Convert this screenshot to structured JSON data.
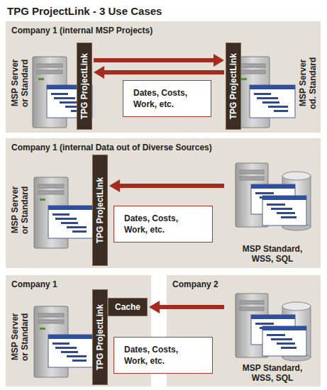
{
  "diagram": {
    "title": "TPG ProjectLink - 3 Use Cases",
    "nodes": [
      {
        "text": [
          "Company 1 (internal MSP Projects)"
        ]
      },
      {
        "text": [
          "MSP Server or Standard"
        ],
        "in": 0
      },
      {
        "text": [
          "TPG ProjectLink"
        ],
        "in": 0
      },
      {
        "text": [
          "TPG ProjectLink"
        ],
        "in": 0
      },
      {
        "text": [
          "MSP Server od. Standard"
        ],
        "in": 0
      },
      {
        "text": [
          "Dates, Costs, Work, etc."
        ],
        "in": 0
      },
      {
        "text": [
          "Company 1 (internal Data out of Diverse Sources)"
        ]
      },
      {
        "text": [
          "MSP Server or Standard"
        ],
        "in": 6
      },
      {
        "text": [
          "TPG ProjectLink"
        ],
        "in": 6
      },
      {
        "text": [
          "Dates, Costs, Work, etc."
        ],
        "in": 6
      },
      {
        "text": [
          "MSP Standard, WSS, SQL"
        ],
        "in": 6
      },
      {
        "text": [
          "Company 1"
        ]
      },
      {
        "text": [
          "MSP Server or Standard"
        ],
        "in": 11
      },
      {
        "text": [
          "TPG ProjectLink"
        ],
        "in": 11
      },
      {
        "text": [
          "Cache"
        ],
        "in": 11
      },
      {
        "text": [
          "Dates, Costs, Work, etc."
        ]
      },
      {
        "text": [
          "Company 2"
        ]
      },
      {
        "text": [
          "MSP Standard, WSS, SQL"
        ],
        "in": 16
      }
    ],
    "edges": [
      {
        "from": 2,
        "to": 3,
        "arrow": "to"
      },
      {
        "from": 3,
        "to": 2,
        "arrow": "to"
      },
      {
        "from": 10,
        "to": 8,
        "arrow": "to"
      },
      {
        "from": 17,
        "to": 14,
        "arrow": "to"
      }
    ]
  }
}
